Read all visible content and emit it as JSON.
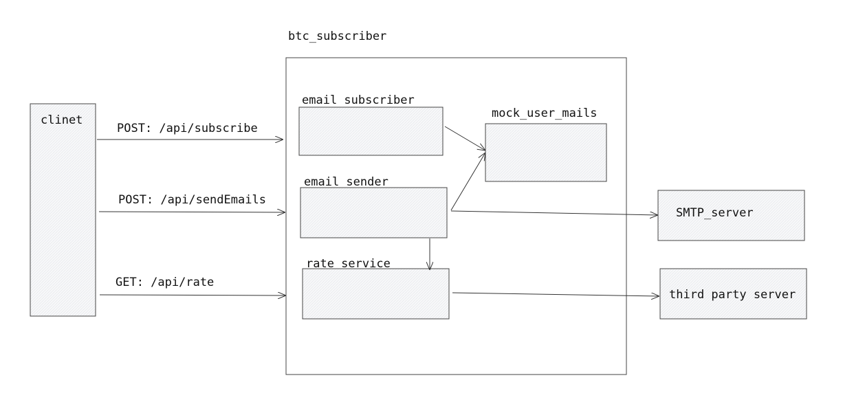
{
  "diagram": {
    "container_label": "btc_subscriber",
    "nodes": {
      "client": "clinet",
      "email_subscriber": "email subscriber",
      "mock_user_mails": "mock_user_mails",
      "email_sender": "email sender",
      "rate_service": "rate service",
      "smtp_server": "SMTP_server",
      "third_party_server": "third party server"
    },
    "edges": {
      "subscribe": "POST: /api/subscribe",
      "send_emails": "POST: /api/sendEmails",
      "rate": "GET: /api/rate"
    }
  }
}
